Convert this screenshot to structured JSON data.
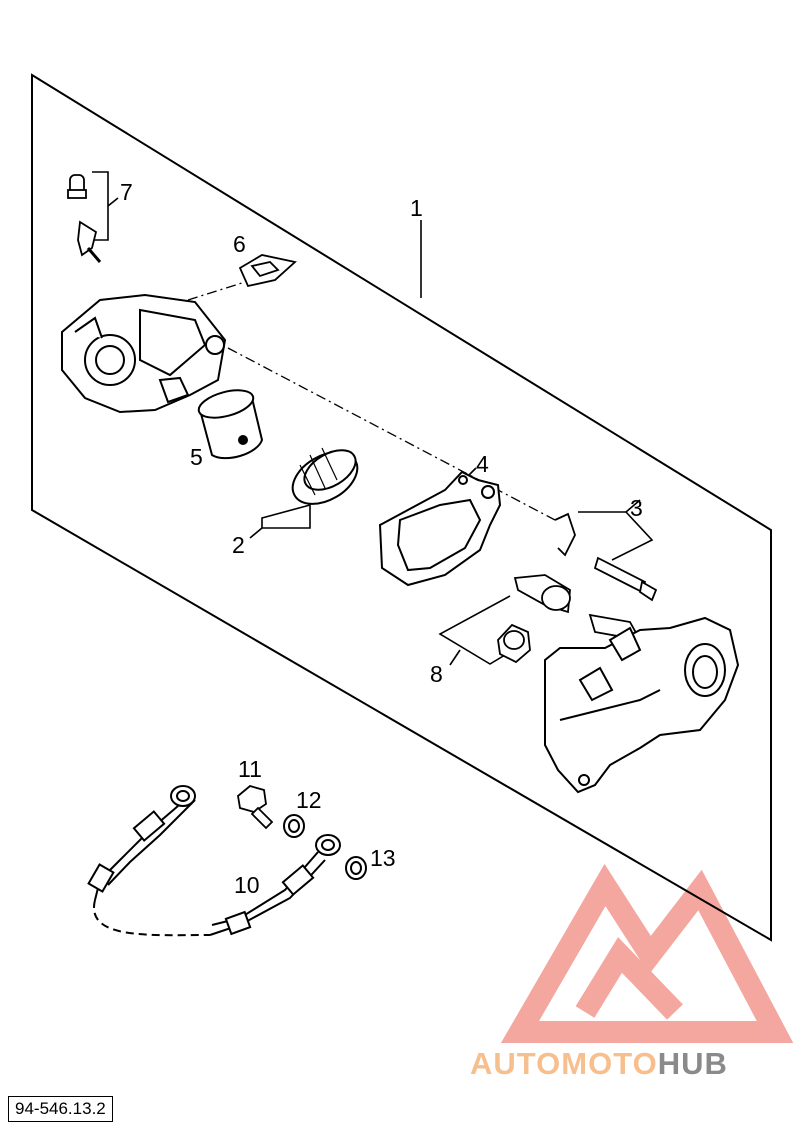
{
  "callouts": [
    {
      "id": "c1",
      "text": "1"
    },
    {
      "id": "c2",
      "text": "2"
    },
    {
      "id": "c3",
      "text": "3"
    },
    {
      "id": "c4",
      "text": "4"
    },
    {
      "id": "c5",
      "text": "5"
    },
    {
      "id": "c6",
      "text": "6"
    },
    {
      "id": "c7",
      "text": "7"
    },
    {
      "id": "c8",
      "text": "8"
    },
    {
      "id": "c10",
      "text": "10"
    },
    {
      "id": "c11",
      "text": "11"
    },
    {
      "id": "c12",
      "text": "12"
    },
    {
      "id": "c13",
      "text": "13"
    }
  ],
  "part_code": "94-546.13.2",
  "watermark": {
    "part1": "AUTO",
    "part2": "MOTO",
    "part3": "HUB"
  },
  "colors": {
    "line": "#000000",
    "watermark_logo": "#f08a80",
    "watermark_text": "#f7bf8e",
    "watermark_hub": "#8a8a8a"
  }
}
